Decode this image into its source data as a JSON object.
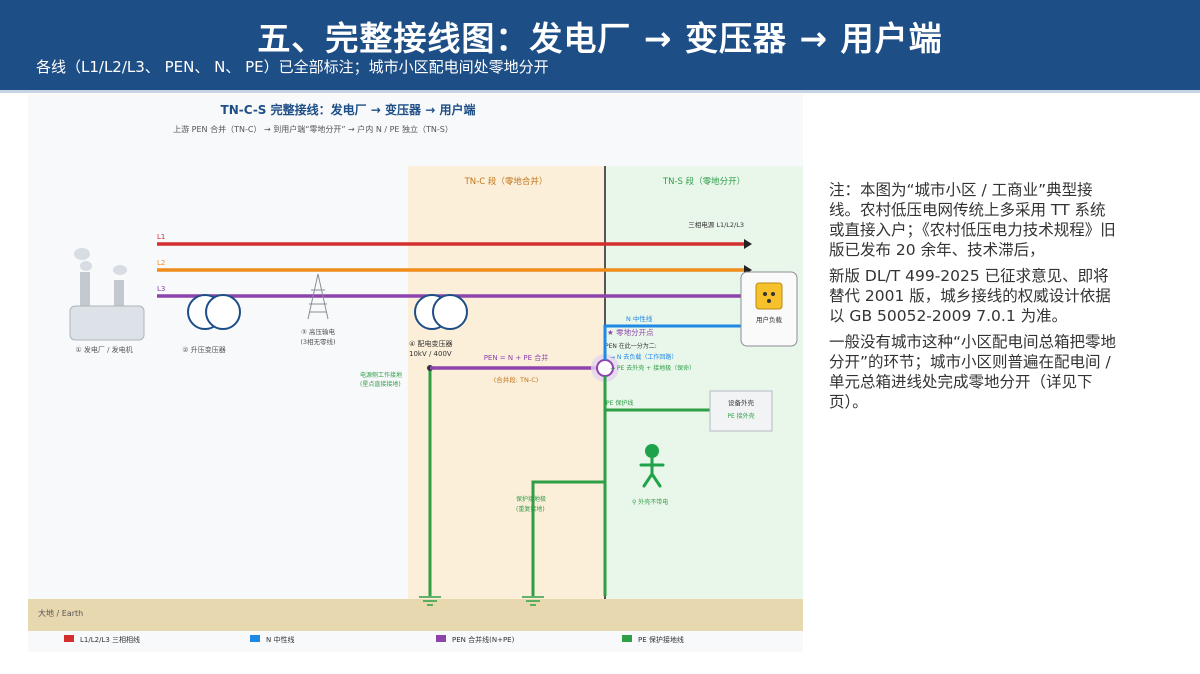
{
  "header": {
    "title": "五、完整接线图：发电厂 → 变压器 → 用户端",
    "subtitle": "各线（L1/L2/L3、 PEN、 N、 PE）已全部标注；城市小区配电间处零地分开"
  },
  "diagram": {
    "title": "TN-C-S 完整接线：发电厂 → 变压器 → 用户端",
    "subtitle": "上游 PEN 合并（TN-C） → 到用户端“零地分开” → 户内 N / PE 独立（TN-S）",
    "zone_tnc": "TN-C 段（零地合并）",
    "zone_tns": "TN-S 段（零地分开）",
    "three_phase_label": "三相电源 L1/L2/L3",
    "line_labels": [
      "L1",
      "L2",
      "L3"
    ],
    "plant_label": "① 发电厂 / 发电机",
    "step_up_label": "② 升压变压器",
    "hv_line_label": "③ 高压输电",
    "hv_line_sub": "(3相无零线)",
    "dist_tx_label": "④ 配电变压器",
    "dist_tx_sub": "10kV / 400V",
    "pen_label": "PEN = N + PE 合并",
    "pen_sub": "(合并段: TN-C)",
    "source_ground_label": "电源侧工作接地",
    "source_ground_sub": "(星点直接接地)",
    "n_line_label": "N 中性线",
    "split_point_label": "★ 零地分开点",
    "split_desc_1": "PEN 在此一分为二:",
    "split_desc_2": "→ N 去负载（工作回路）",
    "split_desc_3": "→ PE 去外壳 + 接地极（保命）",
    "pe_line_label": "PE 保护线",
    "user_load_label": "用户负载",
    "enclosure_title": "设备外壳",
    "enclosure_sub": "PE 接外壳",
    "person_label": "⚲ 外壳不带电",
    "protective_ground_label": "保护接地极",
    "protective_ground_sub": "(重复接地)",
    "earth_label": "大地 / Earth",
    "legend": [
      {
        "label": "L1/L2/L3 三相相线",
        "color": "#d32f2f"
      },
      {
        "label": "N 中性线",
        "color": "#1e88e5"
      },
      {
        "label": "PEN 合并线(N+PE)",
        "color": "#8e44ad"
      },
      {
        "label": "PE 保护接地线",
        "color": "#2e9e47"
      }
    ],
    "colors": {
      "L1": "#d32f2f",
      "L2": "#ef8c1a",
      "L3": "#8e44ad",
      "N": "#1e88e5",
      "PEN": "#8e44ad",
      "PE": "#2e9e47",
      "zone_tnc": "#fcefd9",
      "zone_tns": "#e9f6ea",
      "earth": "#e8d8b0"
    }
  },
  "note": {
    "p1": "注：本图为“城市小区 / 工商业”典型接线。农村低压电网传统上多采用 TT 系统或直接入户；《农村低压电力技术规程》旧版已发布 20 余年、技术滞后，",
    "p2": "新版 DL/T 499-2025 已征求意见、即将替代 2001 版，城乡接线的权威设计依据以 GB 50052-2009 7.0.1 为准。",
    "p3": "一般没有城市这种“小区配电间总箱把零地分开”的环节；城市小区则普遍在配电间 / 单元总箱进线处完成零地分开（详见下页）。"
  }
}
